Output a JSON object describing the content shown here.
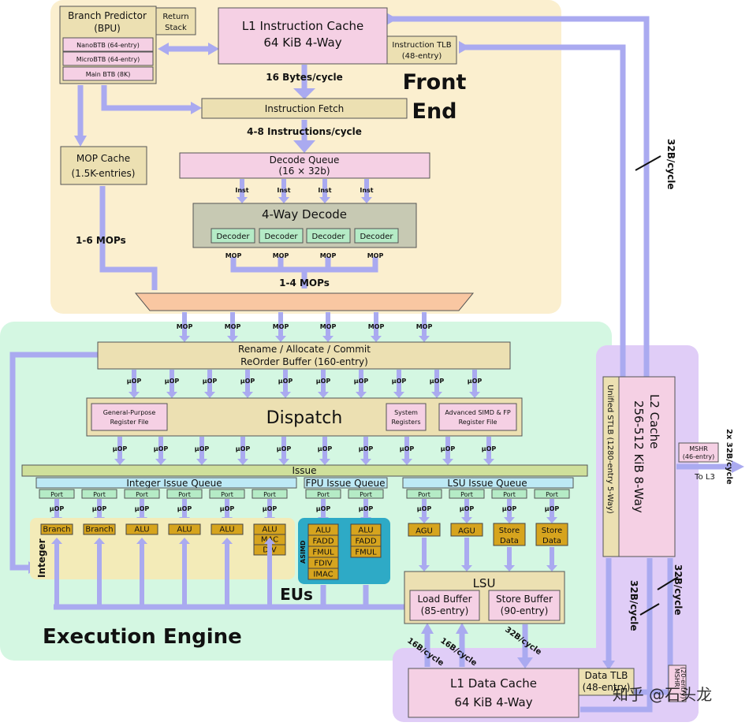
{
  "front_end": {
    "title_line1": "Front",
    "title_line2": "End",
    "bpu_title": "Branch Predictor",
    "bpu_sub": "(BPU)",
    "return_stack_line1": "Return",
    "return_stack_line2": "Stack",
    "btb_entries": [
      "NanoBTB (64-entry)",
      "MicroBTB (64-entry)",
      "Main BTB (8K)"
    ],
    "l1i_line1": "L1 Instruction Cache",
    "l1i_line2": "64 KiB 4-Way",
    "itlb_line1": "Instruction TLB",
    "itlb_line2": "(48-entry)",
    "bytes_per_cycle": "16 Bytes/cycle",
    "fetch_label": "Instruction Fetch",
    "instr_per_cycle": "4-8 Instructions/cycle",
    "mop_cache_line1": "MOP Cache",
    "mop_cache_line2": "(1.5K-entries)",
    "mops_1_6": "1-6 MOPs",
    "decode_queue_line1": "Decode Queue",
    "decode_queue_line2": "(16 × 32b)",
    "inst_label": "Inst",
    "decode_title": "4-Way Decode",
    "decoder_label": "Decoder",
    "mop_label": "MOP",
    "mops_1_4": "1-4 MOPs"
  },
  "execution_engine": {
    "title": "Execution Engine",
    "rob_line1": "Rename / Allocate / Commit",
    "rob_line2": "ReOrder Buffer (160-entry)",
    "uop_label": "µOP",
    "dispatch_label": "Dispatch",
    "gpr_line1": "General-Purpose",
    "gpr_line2": "Register File",
    "sysreg_line1": "System",
    "sysreg_line2": "Registers",
    "simd_rf_line1": "Advanced SIMD & FP",
    "simd_rf_line2": "Register File",
    "issue_label": "Issue",
    "int_queue": "Integer Issue Queue",
    "fpu_queue": "FPU Issue Queue",
    "lsu_queue": "LSU Issue Queue",
    "port_label": "Port",
    "integer_label": "Integer",
    "asimd_label": "ASIMD",
    "eus_label": "EUs",
    "int_units": [
      "Branch",
      "Branch",
      "ALU",
      "ALU",
      "ALU"
    ],
    "int_mac_stack": [
      "ALU",
      "MAC",
      "DIV"
    ],
    "fp_stack_a": [
      "ALU",
      "FADD",
      "FMUL",
      "FDIV",
      "IMAC"
    ],
    "fp_stack_b": [
      "ALU",
      "FADD",
      "FMUL"
    ],
    "agu_label": "AGU",
    "store_data_line1": "Store",
    "store_data_line2": "Data",
    "lsu_title": "LSU",
    "load_buffer_line1": "Load Buffer",
    "load_buffer_line2": "(85-entry)",
    "store_buffer_line1": "Store Buffer",
    "store_buffer_line2": "(90-entry)"
  },
  "memory": {
    "l2_line1": "L2 Cache",
    "l2_line2": "256-512 KiB 8-Way",
    "stlb_label": "Unified STLB (1280-entry 5-Way)",
    "mshr_line1": "MSHR",
    "mshr_line2": "(46-entry)",
    "to_l3_bw": "2x 32B/cycle",
    "to_l3": "To L3",
    "l1d_line1": "L1 Data Cache",
    "l1d_line2": "64 KiB 4-Way",
    "dtlb_line1": "Data TLB",
    "dtlb_line2": "(48-entry)",
    "dmshr_line1": "MSHR",
    "dmshr_line2": "(20-entry)",
    "bw_32": "32B/cycle",
    "bw_16": "16B/cycle"
  },
  "watermark": "知乎 @石头龙",
  "colors": {
    "front_end_bg": "#fbefcf",
    "exec_bg": "#d4f7e2",
    "mem_bg": "#e0cdf7",
    "pink_box": "#f5d0e4",
    "tan_box": "#ece0b2",
    "green_box": "#b5ebc6",
    "cyan_box": "#bde9f5",
    "gold_box": "#d6a41e",
    "asimd_bg": "#2eaac6",
    "arrow": "#aaaaf0"
  }
}
